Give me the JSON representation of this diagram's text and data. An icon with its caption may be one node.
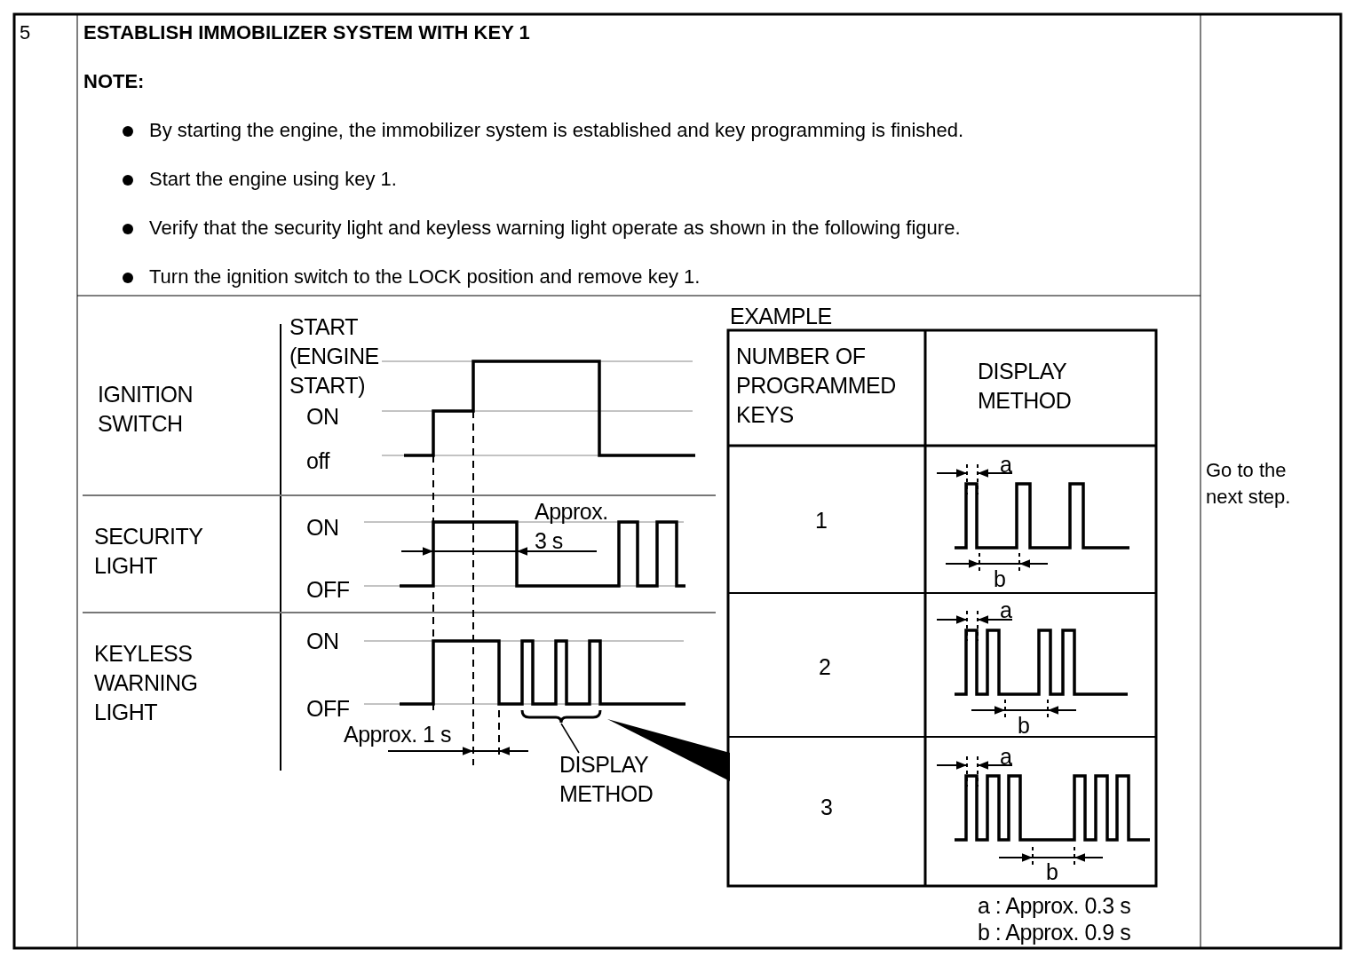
{
  "diagram": {
    "title": "ESTABLISH IMMOBILIZER SYSTEM WITH KEY 1",
    "nodes": [
      {
        "text": [
          "DISPLAY METHOD"
        ]
      },
      {
        "text": [],
        "shape": "bracket"
      }
    ],
    "edges": [
      {
        "from": 0,
        "to": 1,
        "arrow": "none"
      }
    ],
    "labels": [
      "5",
      "NOTE:",
      "By starting the engine, the immobilizer system is established and key programming is finished.",
      "Start the engine using key 1.",
      "Verify that the security light and keyless warning light operate as shown in the following figure.",
      "Turn the ignition switch to the LOCK position and remove key 1.",
      "IGNITION SWITCH",
      "START (ENGINE START)",
      "ON",
      "off",
      "SECURITY LIGHT",
      "ON",
      "Approx. 3 s",
      "OFF",
      "KEYLESS WARNING LIGHT",
      "ON",
      "OFF",
      "Approx. 1 s",
      "EXAMPLE",
      "NUMBER OF PROGRAMMED KEYS",
      "DISPLAY METHOD",
      "a",
      "1",
      "b",
      "a",
      "2",
      "b",
      "a",
      "3",
      "b",
      "a : Approx. 0.3 s",
      "b : Approx. 0.9 s",
      "Go to the next step."
    ]
  }
}
